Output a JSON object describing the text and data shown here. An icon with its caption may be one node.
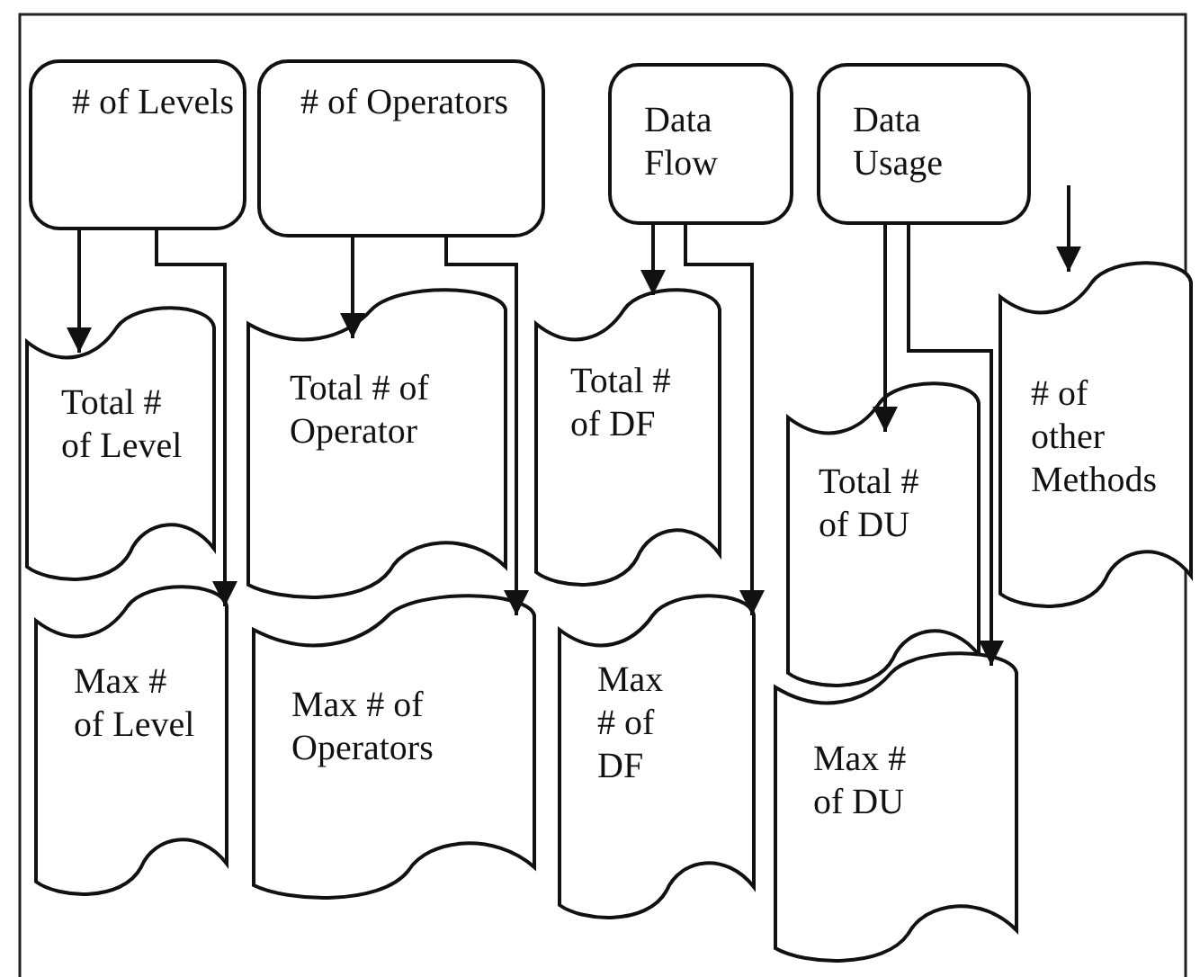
{
  "diagram": {
    "nodes": [
      {
        "text": [
          "# of Levels"
        ]
      },
      {
        "text": [
          "# of Operators"
        ]
      },
      {
        "text": [
          "Data Flow"
        ]
      },
      {
        "text": [
          "Data Usage"
        ]
      },
      {
        "text": [
          "Total # of Level"
        ]
      },
      {
        "text": [
          "Total # of Operator"
        ]
      },
      {
        "text": [
          "Total # of DF"
        ]
      },
      {
        "text": [
          "Total # of DU"
        ]
      },
      {
        "text": [
          "# of other Methods"
        ]
      },
      {
        "text": [
          "Max # of Level"
        ]
      },
      {
        "text": [
          "Max # of Operators"
        ]
      },
      {
        "text": [
          "Max # of DF"
        ]
      },
      {
        "text": [
          "Max # of DU"
        ]
      }
    ],
    "edges": [
      {
        "from": 0,
        "to": 4,
        "arrow": "to"
      },
      {
        "from": 0,
        "to": 9,
        "arrow": "to"
      },
      {
        "from": 1,
        "to": 5,
        "arrow": "to"
      },
      {
        "from": 1,
        "to": 10,
        "arrow": "to"
      },
      {
        "from": 2,
        "to": 6,
        "arrow": "to"
      },
      {
        "from": 2,
        "to": 11,
        "arrow": "to"
      },
      {
        "from": 3,
        "to": 7,
        "arrow": "to"
      },
      {
        "from": 3,
        "to": 12,
        "arrow": "to"
      },
      {
        "from": null,
        "to": 8,
        "arrow": "to"
      }
    ]
  }
}
